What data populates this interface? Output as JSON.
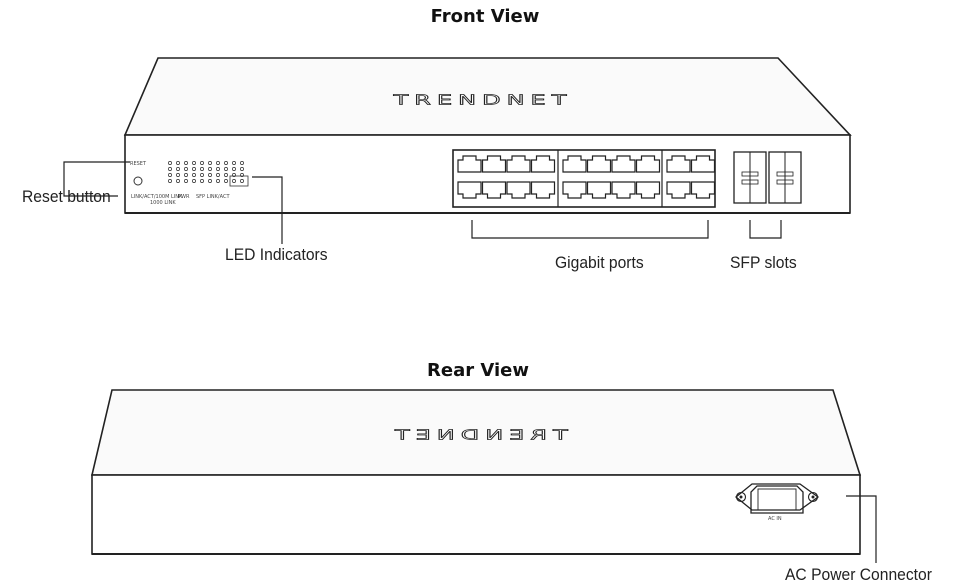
{
  "front": {
    "title": "Front View",
    "logo": "TRENDnet",
    "callouts": {
      "reset": "Reset button",
      "led": "LED Indicators",
      "gigabit": "Gigabit ports",
      "sfp": "SFP slots"
    },
    "panel_text": {
      "reset_label": "RESET",
      "led_legend_1": "LINK/ACT/100M LINK",
      "led_legend_2": "1000 LINK",
      "led_legend_3": "SFP LINK/ACT",
      "led_legend_4": "PWR"
    }
  },
  "rear": {
    "title": "Rear View",
    "logo": "TRENDnet",
    "callouts": {
      "power": "AC Power Connector"
    },
    "panel_text": {
      "ac_label": "AC IN"
    }
  }
}
